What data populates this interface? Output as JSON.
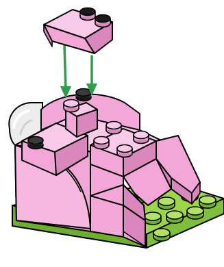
{
  "diagram": {
    "type": "building-instruction-step",
    "pieces": [
      {
        "name": "slope-brick-2x2",
        "color": "pink",
        "state": "being-placed"
      },
      {
        "name": "sloped-pink-model",
        "color": "pink",
        "state": "assembled"
      },
      {
        "name": "baseplate",
        "color": "lime-green",
        "state": "assembled"
      },
      {
        "name": "transparent-dome",
        "color": "clear",
        "state": "assembled"
      }
    ],
    "arrows": [
      {
        "name": "placement-arrow-left",
        "color": "#2e9e4a"
      },
      {
        "name": "placement-arrow-right",
        "color": "#2e9e4a"
      }
    ]
  },
  "colors": {
    "pink": "#f2a7d8",
    "pink_dark": "#d987bd",
    "pink_light": "#f9c9e9",
    "green": "#9ed64a",
    "green_dark": "#6fae2a",
    "arrow": "#2e9e4a",
    "outline": "#000000",
    "stud_dark": "#1a1a1a",
    "dome": "#e8e8e8"
  }
}
